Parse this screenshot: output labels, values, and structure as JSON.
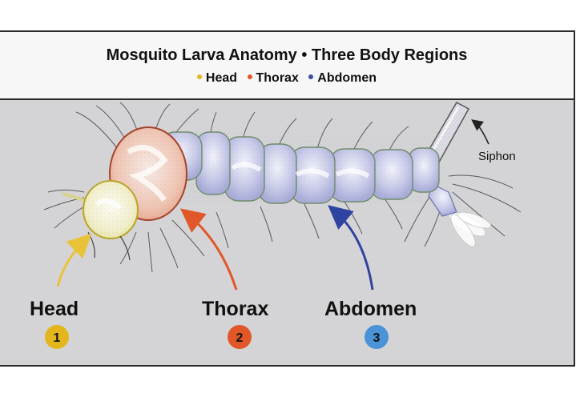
{
  "header": {
    "title": "Mosquito Larva Anatomy • Three Body Regions",
    "legend": [
      {
        "label": "Head",
        "color": "#e3b61e"
      },
      {
        "label": "Thorax",
        "color": "#e2572a"
      },
      {
        "label": "Abdomen",
        "color": "#3b4fa8"
      }
    ]
  },
  "regions": [
    {
      "label": "Head",
      "number": "1",
      "color": "#e3b61e"
    },
    {
      "label": "Thorax",
      "number": "2",
      "color": "#e2572a"
    },
    {
      "label": "Abdomen",
      "number": "3",
      "color": "#4a93d6"
    }
  ],
  "annotations": {
    "siphon": "Siphon"
  },
  "colors": {
    "head_arrow": "#e8c33a",
    "thorax_arrow": "#e2572a",
    "abdomen_arrow": "#2e44a0",
    "background": "#d4d4d6"
  }
}
